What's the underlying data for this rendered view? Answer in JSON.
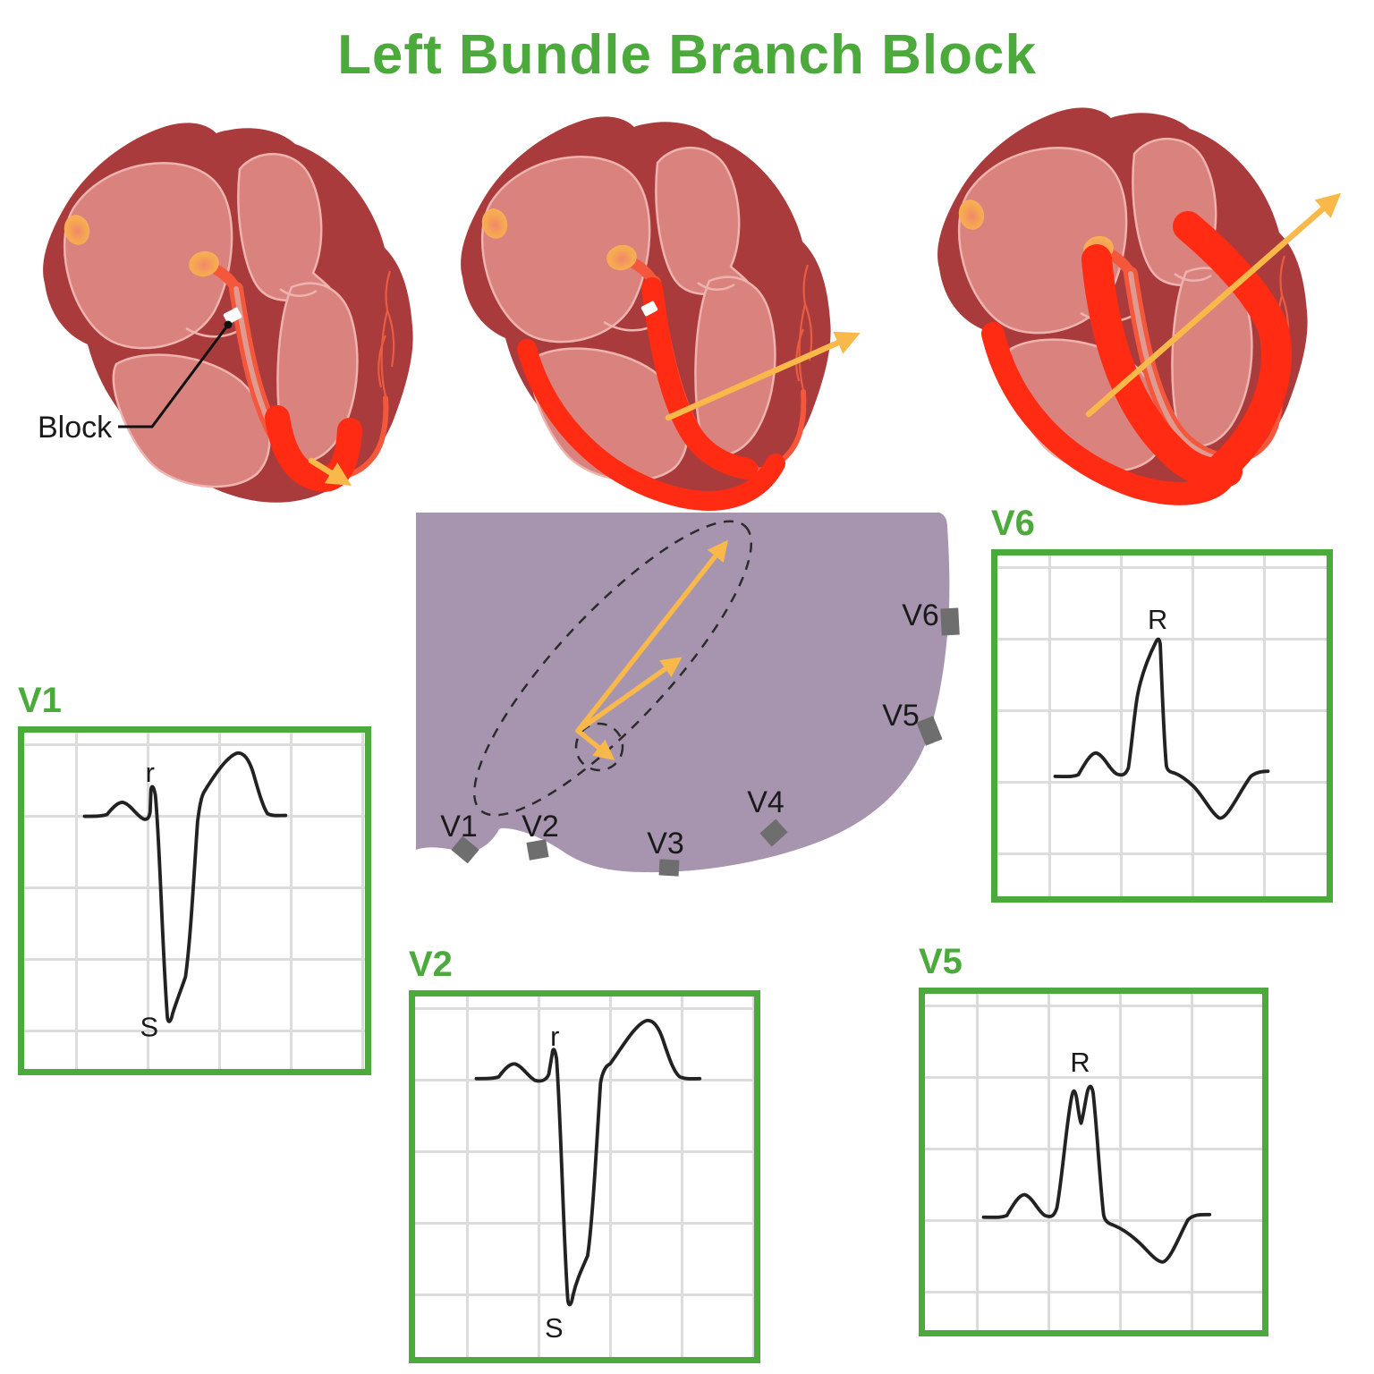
{
  "title": "Left Bundle Branch Block",
  "annotation": {
    "block": "Block"
  },
  "torso": {
    "leads": [
      "V1",
      "V2",
      "V3",
      "V4",
      "V5",
      "V6"
    ]
  },
  "panels": [
    {
      "label": "V1",
      "waves": {
        "first": "r",
        "second": "S"
      }
    },
    {
      "label": "V2",
      "waves": {
        "first": "r",
        "second": "S"
      }
    },
    {
      "label": "V5",
      "waves": {
        "first": "R"
      }
    },
    {
      "label": "V6",
      "waves": {
        "first": "R"
      }
    }
  ],
  "colors": {
    "accent_green": "#4CA93C",
    "heart_wall_dark_red": "#A93B3C",
    "chamber_pink": "#D9827E",
    "chamber_outline_pink": "#EEB3AE",
    "conduction_orange_red": "#F4573B",
    "activation_red": "#FF2B12",
    "node_orange": "#F6A851",
    "vector_yellow": "#F8B84A",
    "torso_purple": "#A795AF",
    "electrode_gray": "#6E6E6E",
    "grid_gray": "#DCDCDC",
    "wave_black": "#222222"
  }
}
